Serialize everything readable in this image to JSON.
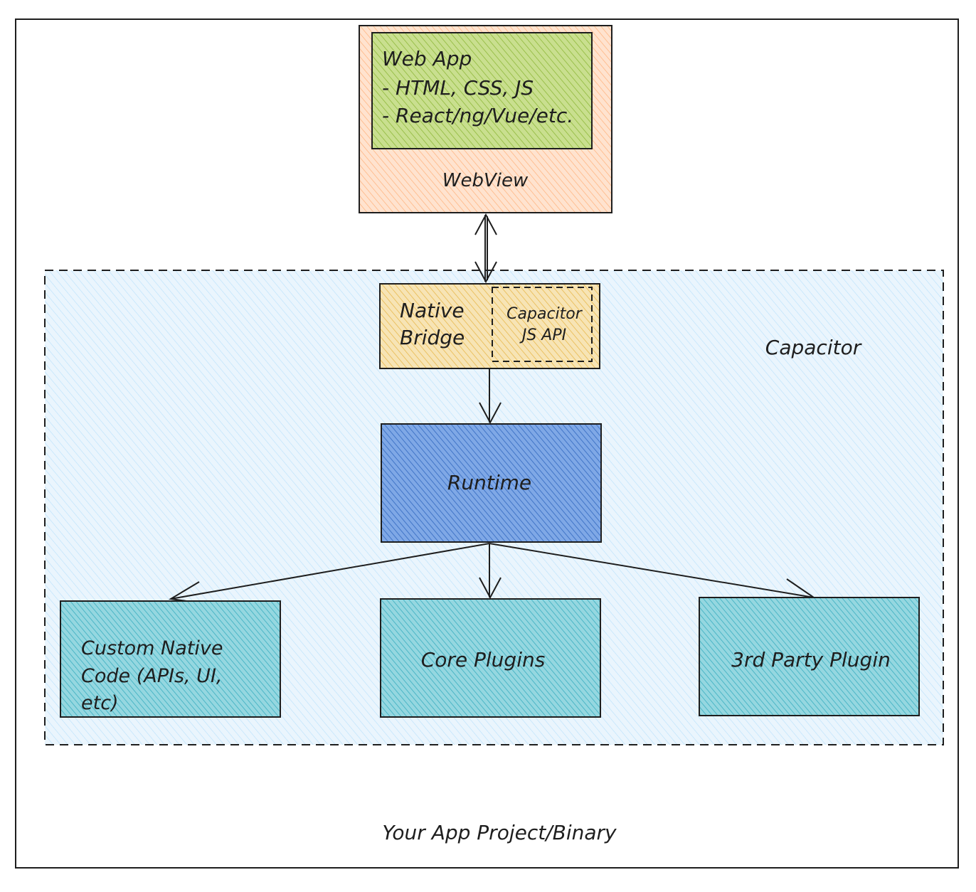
{
  "outer": {
    "label": "Your App Project/Binary"
  },
  "webview": {
    "label": "WebView",
    "web_app": {
      "lines": [
        "Web App",
        "- HTML, CSS, JS",
        "- React/ng/Vue/etc."
      ]
    }
  },
  "capacitor": {
    "label": "Capacitor",
    "native_bridge": {
      "lines": [
        "Native",
        "Bridge"
      ]
    },
    "js_api": {
      "lines": [
        "Capacitor",
        "JS API"
      ]
    },
    "runtime": {
      "label": "Runtime"
    },
    "custom_native": {
      "lines": [
        "Custom Native",
        "Code (APIs, UI,",
        "etc)"
      ]
    },
    "core_plugins": {
      "label": "Core Plugins"
    },
    "third_party": {
      "label": "3rd Party Plugin"
    }
  },
  "colors": {
    "webview_fill": "#ffc9a3",
    "web_app_fill": "#b5d36b",
    "capacitor_fill": "#a5d8ff",
    "bridge_fill": "#f2d38a",
    "runtime_fill": "#4f86d9",
    "plugin_fill": "#56c1d1",
    "stroke": "#1e1e1e"
  }
}
